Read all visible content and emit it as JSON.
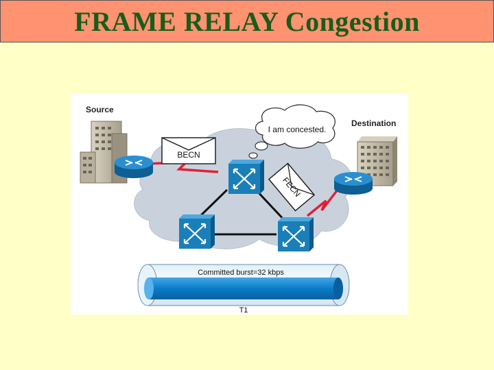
{
  "slide": {
    "title": "FRAME RELAY Congestion"
  },
  "diagram": {
    "source_label": "Source",
    "destination_label": "Destination",
    "thought_bubble_text": "I am concested.",
    "becn_label": "BECN",
    "fecn_label": "FECN",
    "pipe_label": "Committed burst=32 kbps",
    "link_label": "T1",
    "colors": {
      "title_bg": "#ff9270",
      "title_text": "#1a5c1a",
      "slide_bg": "#ffffc8",
      "cloud": "#c9d2dc",
      "device_blue": "#1a7fb8",
      "serial_link": "#e0203a",
      "pipe_blue": "#0a7cc8"
    },
    "icons": [
      "building-icon",
      "router-icon",
      "switch-icon",
      "envelope-icon",
      "cloud-icon",
      "thought-bubble-icon"
    ]
  }
}
